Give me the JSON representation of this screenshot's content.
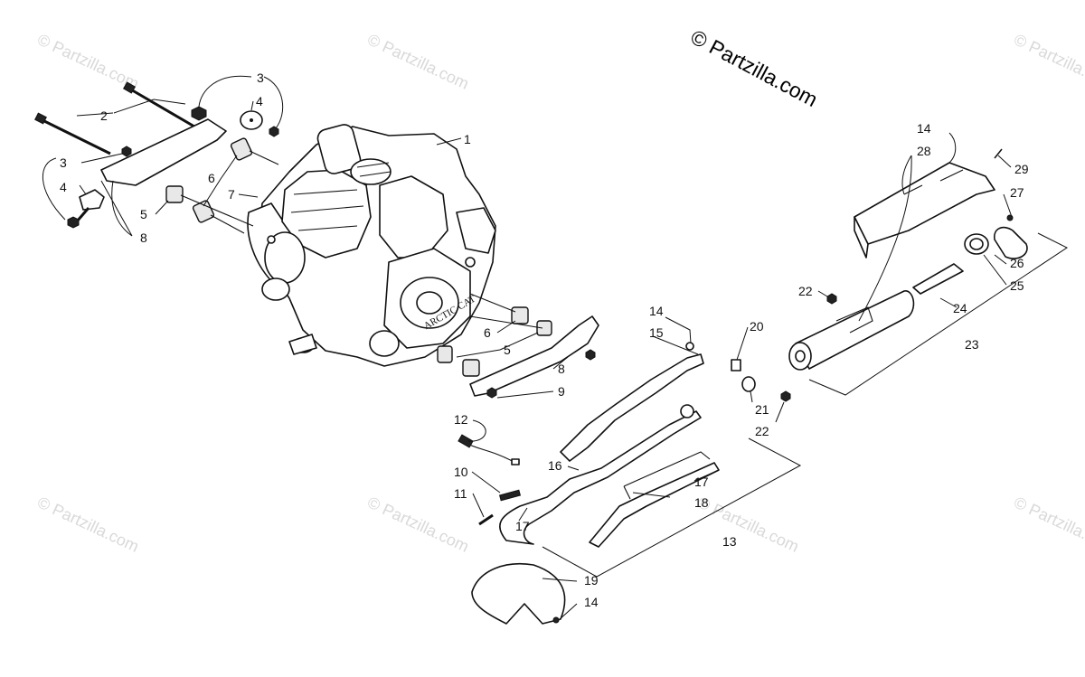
{
  "diagram": {
    "copyright": "© Partzilla.com",
    "watermark": "© Partzilla.com",
    "engine_marking": "ARCTIC CAT",
    "callouts": {
      "c1": "1",
      "c2": "2",
      "c3a": "3",
      "c3b": "3",
      "c4a": "4",
      "c4b": "4",
      "c5a": "5",
      "c5b": "5",
      "c6a": "6",
      "c6b": "6",
      "c7": "7",
      "c8a": "8",
      "c8b": "8",
      "c9": "9",
      "c10": "10",
      "c11": "11",
      "c12": "12",
      "c13": "13",
      "c14a": "14",
      "c14b": "14",
      "c14c": "14",
      "c15": "15",
      "c16": "16",
      "c17a": "17",
      "c17b": "17",
      "c18": "18",
      "c19": "19",
      "c20": "20",
      "c21": "21",
      "c22a": "22",
      "c22b": "22",
      "c23": "23",
      "c24": "24",
      "c25": "25",
      "c26": "26",
      "c27": "27",
      "c28": "28",
      "c29": "29"
    }
  }
}
